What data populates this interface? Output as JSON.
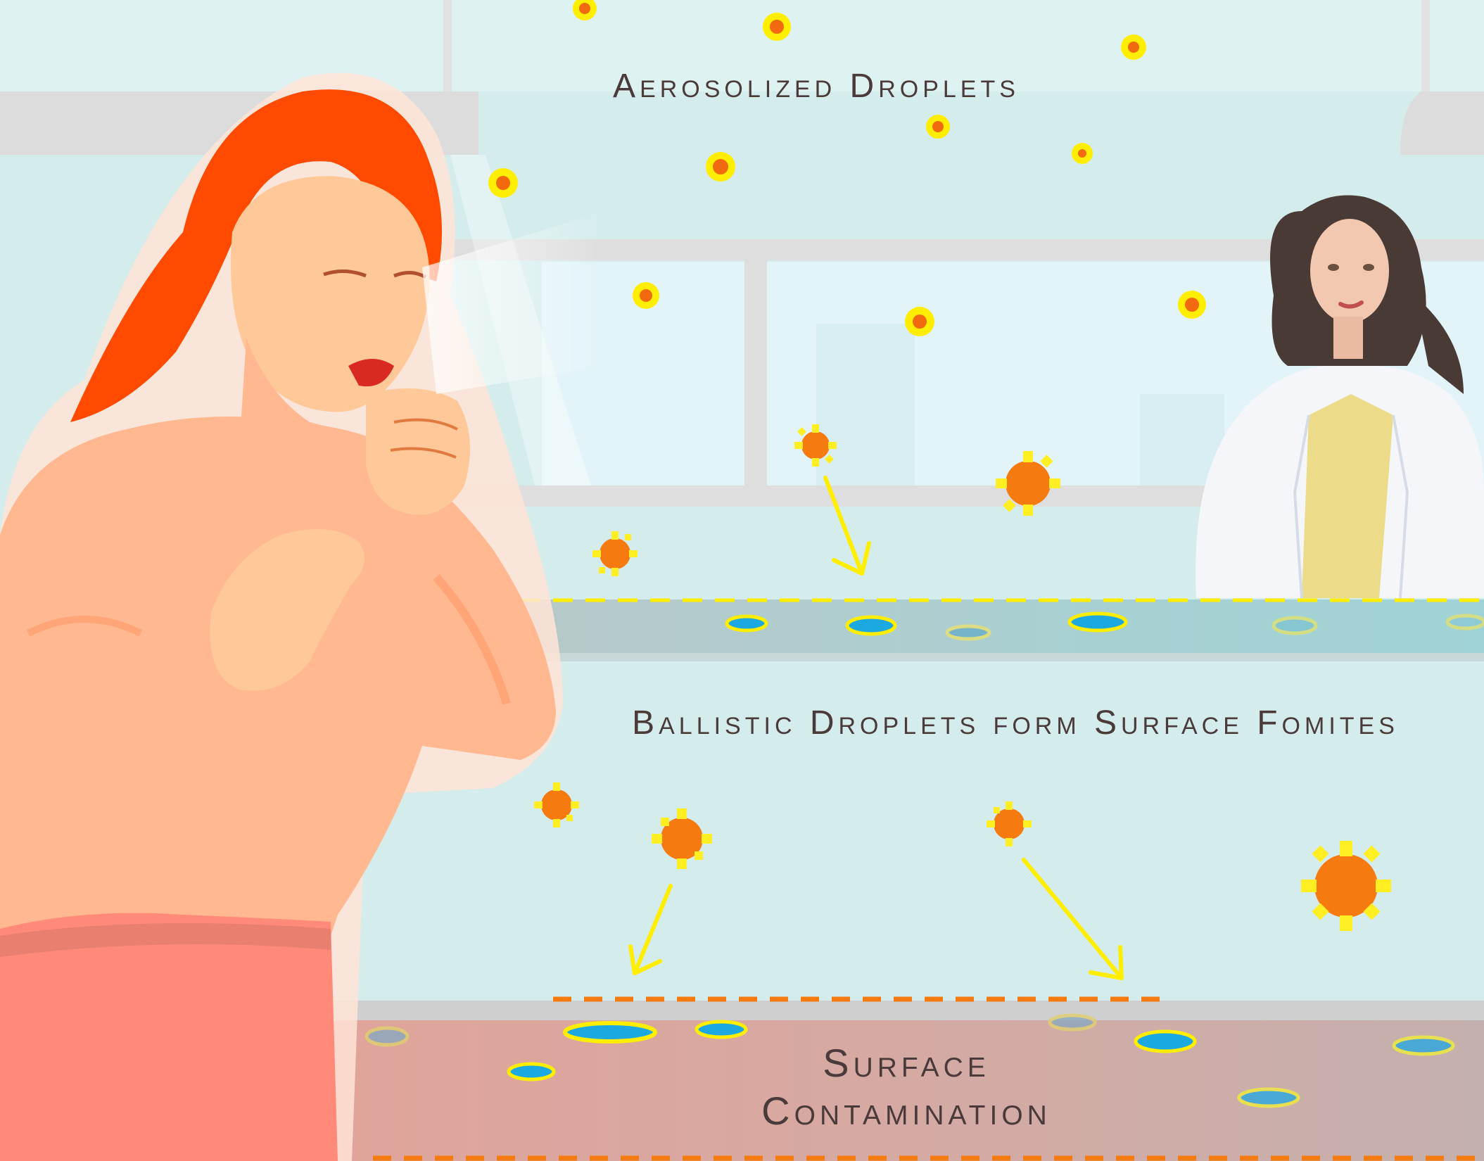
{
  "labels": {
    "aerosol": "Aerosolized Droplets",
    "ballistic": "Ballistic Droplets form Surface Fomites",
    "surface_line1": "Surface",
    "surface_line2": "Contamination"
  },
  "colors": {
    "background": "#d4ecec",
    "droplet_core": "#f26a10",
    "droplet_ring": "#ffee00",
    "virus_body": "#f57a10",
    "virus_spike": "#ffee22",
    "arrow": "#ffee00",
    "fomite_fill": "#1ca8e0",
    "fomite_ring": "#ffee00",
    "dash_table": "#ffee00",
    "dash_surface": "#f57a10",
    "surface_tint": "#f0a090",
    "hair_left": "#ff4a00",
    "skin_left": "#ffb890",
    "skirt": "#ff8a7a",
    "coat_right": "#f4f6fa",
    "hair_right": "#4a3a36",
    "shirt_right": "#ecdc8a"
  },
  "icons": {
    "aerosol_droplet": "small-droplet-dot",
    "virus": "virus-particle-icon",
    "arrow": "down-arrow-icon",
    "fomite": "fomite-puddle-icon"
  }
}
